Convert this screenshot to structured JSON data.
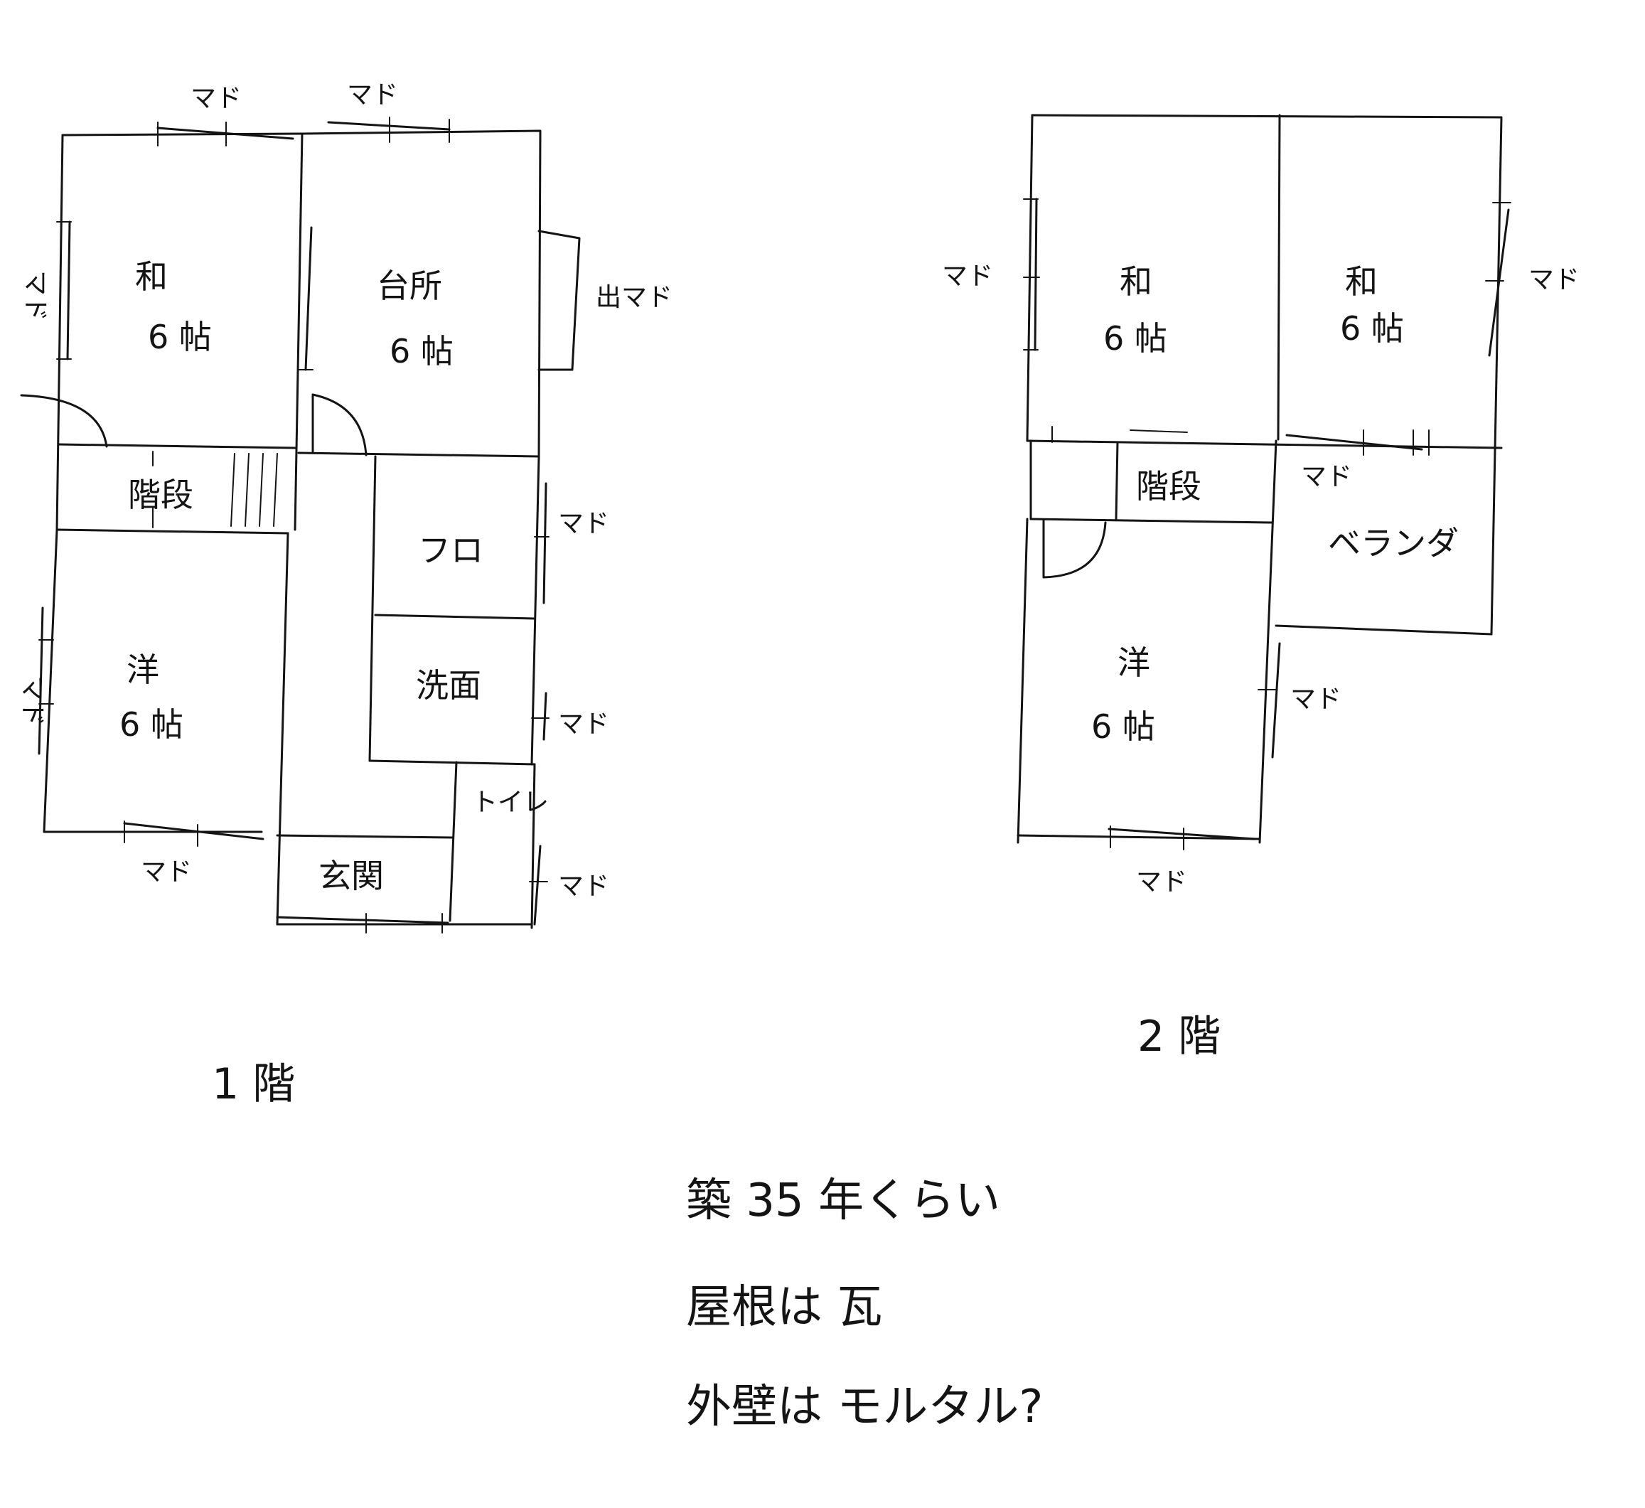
{
  "floor1": {
    "title": "1 階",
    "rooms": {
      "wa_name": "和",
      "wa_size": "6 帖",
      "kitchen_name": "台所",
      "kitchen_size": "6 帖",
      "stairs": "階段",
      "bath": "フロ",
      "washroom": "洗面",
      "yo_name": "洋",
      "yo_size": "6 帖",
      "toilet": "トイレ",
      "entrance": "玄関"
    },
    "windows": {
      "top_left": "マド",
      "top_right": "マド",
      "left_upper": "マド",
      "bay": "出マド",
      "bath": "マド",
      "washroom": "マド",
      "left_lower": "マド",
      "bottom": "マド",
      "toilet": "マド"
    }
  },
  "floor2": {
    "title": "2 階",
    "rooms": {
      "wa_left_name": "和",
      "wa_left_size": "6 帖",
      "wa_right_name": "和",
      "wa_right_size": "6 帖",
      "stairs": "階段",
      "veranda": "ベランダ",
      "yo_name": "洋",
      "yo_size": "6 帖"
    },
    "windows": {
      "left": "マド",
      "right": "マド",
      "veranda": "マド",
      "yo_right": "マド",
      "bottom": "マド"
    }
  },
  "notes": [
    "築 35 年くらい",
    "屋根は 瓦",
    "外壁は モルタル?"
  ]
}
